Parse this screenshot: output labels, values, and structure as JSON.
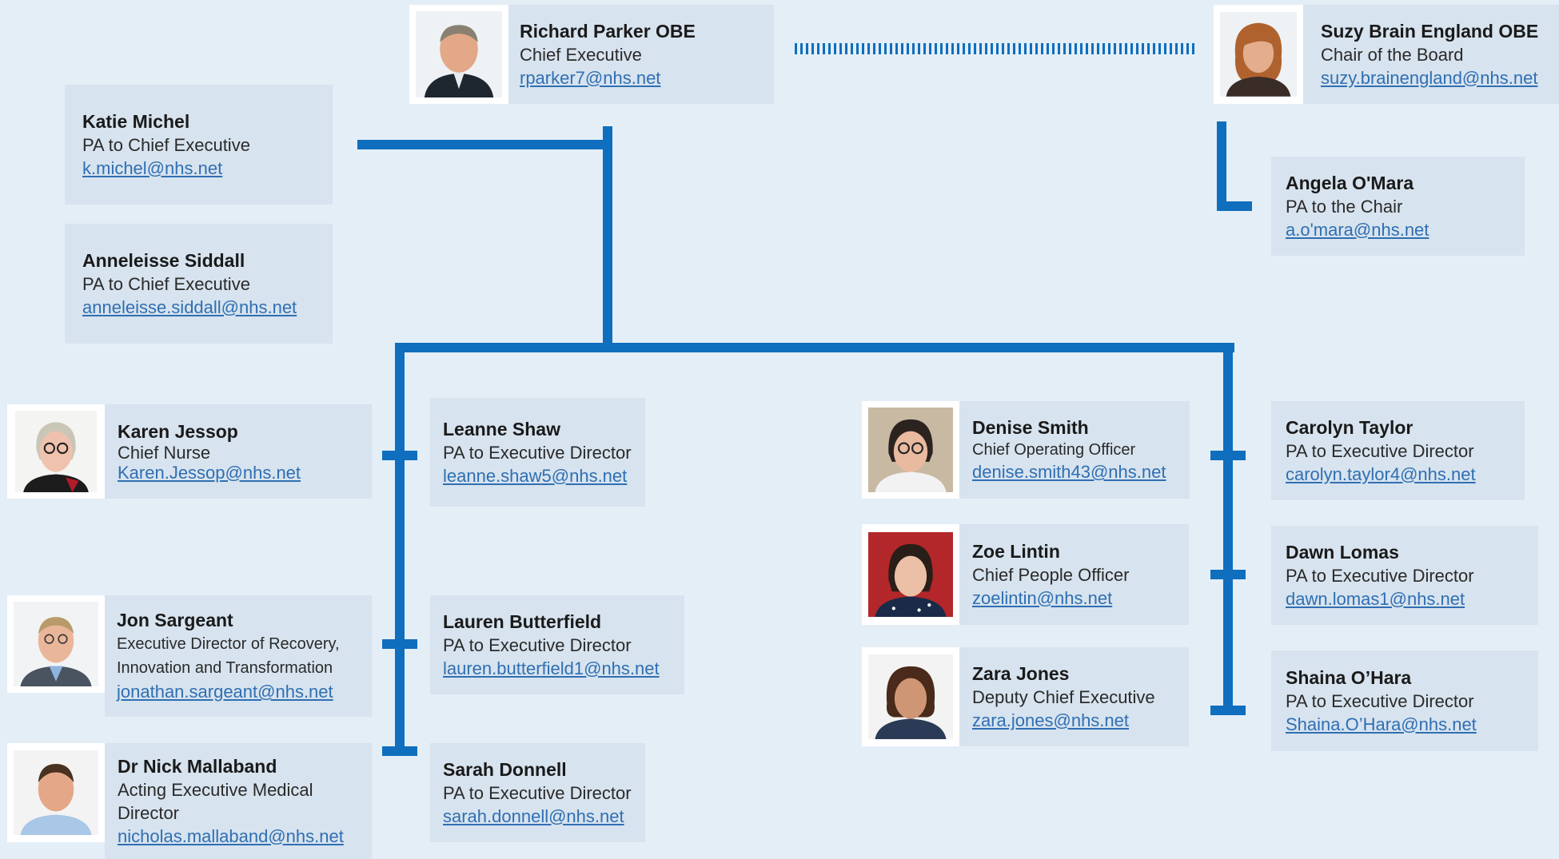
{
  "people": {
    "richard": {
      "name": "Richard Parker OBE",
      "role": "Chief Executive",
      "email": "rparker7@nhs.net"
    },
    "suzy": {
      "name": "Suzy Brain England OBE",
      "role": "Chair of the Board",
      "email": "suzy.brainengland@nhs.net"
    },
    "katie": {
      "name": "Katie Michel",
      "role": "PA to Chief Executive",
      "email": "k.michel@nhs.net"
    },
    "anneleisse": {
      "name": "Anneleisse Siddall",
      "role": "PA to Chief Executive",
      "email": "anneleisse.siddall@nhs.net"
    },
    "angela": {
      "name": "Angela O'Mara",
      "role": "PA to the Chair",
      "email": "a.o'mara@nhs.net"
    },
    "karen": {
      "name": "Karen Jessop",
      "role": "Chief Nurse",
      "email": "Karen.Jessop@nhs.net "
    },
    "leanne": {
      "name": "Leanne Shaw",
      "role": "PA to Executive Director",
      "email": "leanne.shaw5@nhs.net"
    },
    "jon": {
      "name": "Jon Sargeant",
      "role_line1": "Executive Director of Recovery,",
      "role_line2": "Innovation and Transformation",
      "email": "jonathan.sargeant@nhs.net"
    },
    "lauren": {
      "name": "Lauren Butterfield",
      "role": "PA to Executive Director",
      "email": "lauren.butterfield1@nhs.net"
    },
    "nick": {
      "name": "Dr Nick Mallaband",
      "role_line1": "Acting Executive Medical",
      "role_line2": "Director",
      "email": "nicholas.mallaband@nhs.net"
    },
    "sarah": {
      "name": "Sarah Donnell",
      "role": "PA to Executive Director",
      "email": "sarah.donnell@nhs.net"
    },
    "denise": {
      "name": "Denise Smith",
      "role": "Chief Operating Officer",
      "email": "denise.smith43@nhs.net"
    },
    "zoe": {
      "name": "Zoe Lintin",
      "role": "Chief People Officer",
      "email": "zoelintin@nhs.net"
    },
    "zara": {
      "name": "Zara Jones",
      "role": "Deputy Chief Executive",
      "email": "zara.jones@nhs.net"
    },
    "carolyn": {
      "name": "Carolyn Taylor",
      "role": "PA to Executive Director",
      "email": "carolyn.taylor4@nhs.net"
    },
    "dawn": {
      "name": "Dawn Lomas",
      "role": "PA to Executive Director",
      "email": "dawn.lomas1@nhs.net"
    },
    "shaina": {
      "name": "Shaina O’Hara",
      "role": "PA to Executive Director",
      "email": "Shaina.O’Hara@nhs.net"
    }
  },
  "colors": {
    "connector": "#0f6ebd",
    "card": "#d7e3ee",
    "background": "#e4eef7",
    "link": "#2f6fb3"
  }
}
